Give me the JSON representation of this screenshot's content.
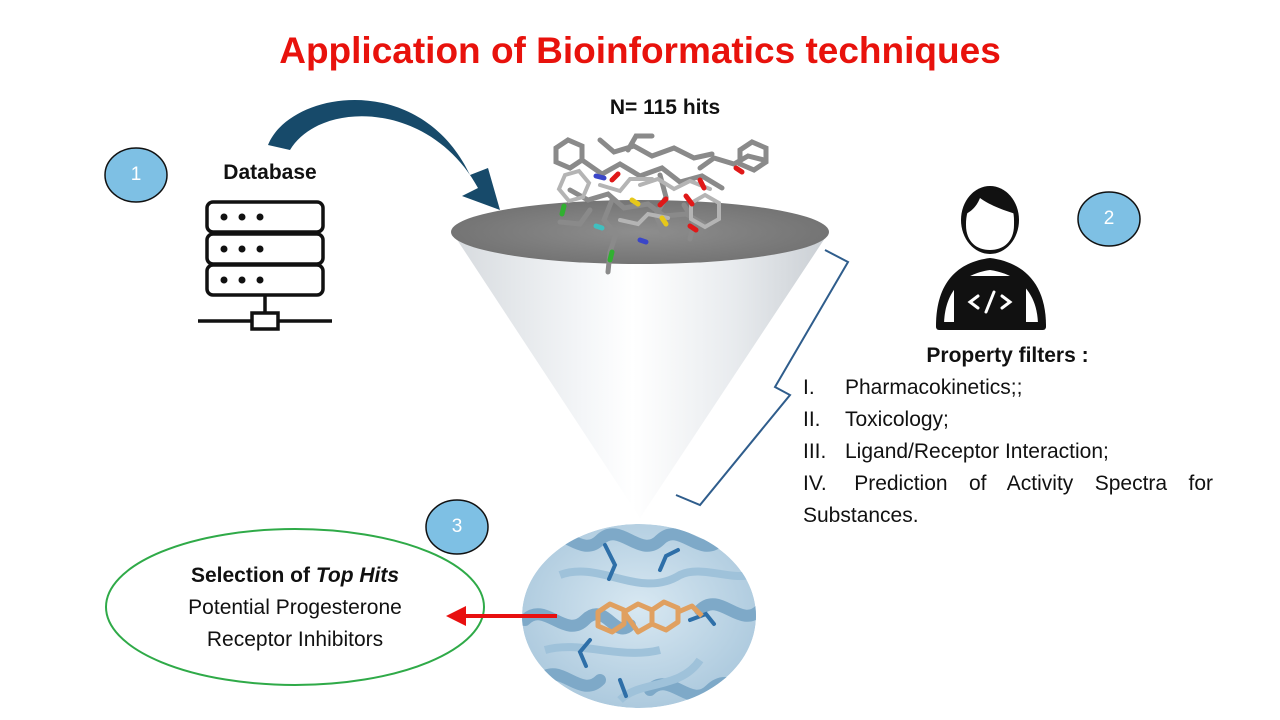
{
  "title": "Application of Bioinformatics techniques",
  "hits_label": "N= 115 hits",
  "database": {
    "label": "Database",
    "icon": "database-server-icon"
  },
  "steps": [
    "1",
    "2",
    "3"
  ],
  "step_color": "#7ec0e4",
  "filters": {
    "title": "Property filters :",
    "items": [
      {
        "num": "I.",
        "text": "Pharmacokinetics;;"
      },
      {
        "num": "II.",
        "text": "Toxicology;"
      },
      {
        "num": "III.",
        "text": "Ligand/Receptor Interaction;"
      },
      {
        "num": "IV.",
        "text": "Prediction of Activity Spectra for Substances."
      }
    ]
  },
  "selection": {
    "line1_prefix": "Selection of ",
    "line1_emphasis": "Top Hits",
    "line2": "Potential Progesterone",
    "line3": "Receptor Inhibitors"
  },
  "colors": {
    "title": "#e8120c",
    "arrow_curved": "#174a6a",
    "arrow_red": "#e81010",
    "bracket": "#2f5d8c",
    "ellipse": "#2faa48",
    "protein": "#8fb7d2",
    "ligand": "#e0a060"
  },
  "icons": [
    "database-server-icon",
    "programmer-laptop-icon",
    "funnel-cone-icon",
    "molecule-cluster-icon",
    "protein-structure-icon",
    "curved-arrow-icon",
    "left-arrow-icon"
  ]
}
